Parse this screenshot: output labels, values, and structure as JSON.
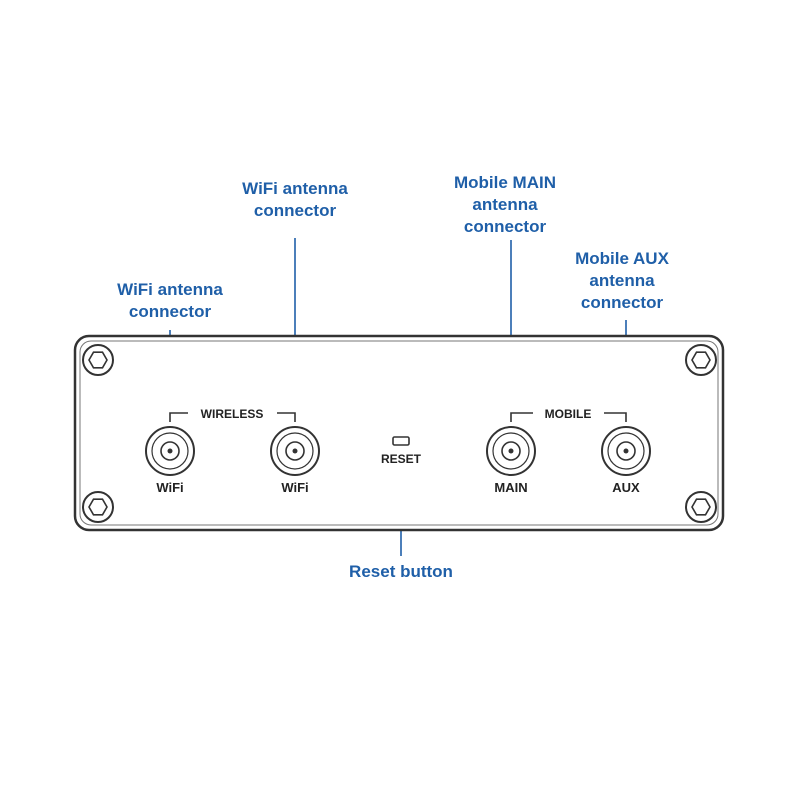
{
  "callouts": {
    "wifi1": [
      "WiFi antenna",
      "connector"
    ],
    "wifi2": [
      "WiFi antenna",
      "connector"
    ],
    "mobile_main": [
      "Mobile MAIN",
      "antenna",
      "connector"
    ],
    "mobile_aux": [
      "Mobile AUX",
      "antenna",
      "connector"
    ],
    "reset": [
      "Reset button"
    ]
  },
  "panel": {
    "group_wireless": "WIRELESS",
    "group_mobile": "MOBILE",
    "port_wifi1": "WiFi",
    "port_wifi2": "WiFi",
    "port_main": "MAIN",
    "port_aux": "AUX",
    "reset_label": "RESET"
  },
  "colors": {
    "callout": "#1f5fa8",
    "outline": "#333333"
  }
}
